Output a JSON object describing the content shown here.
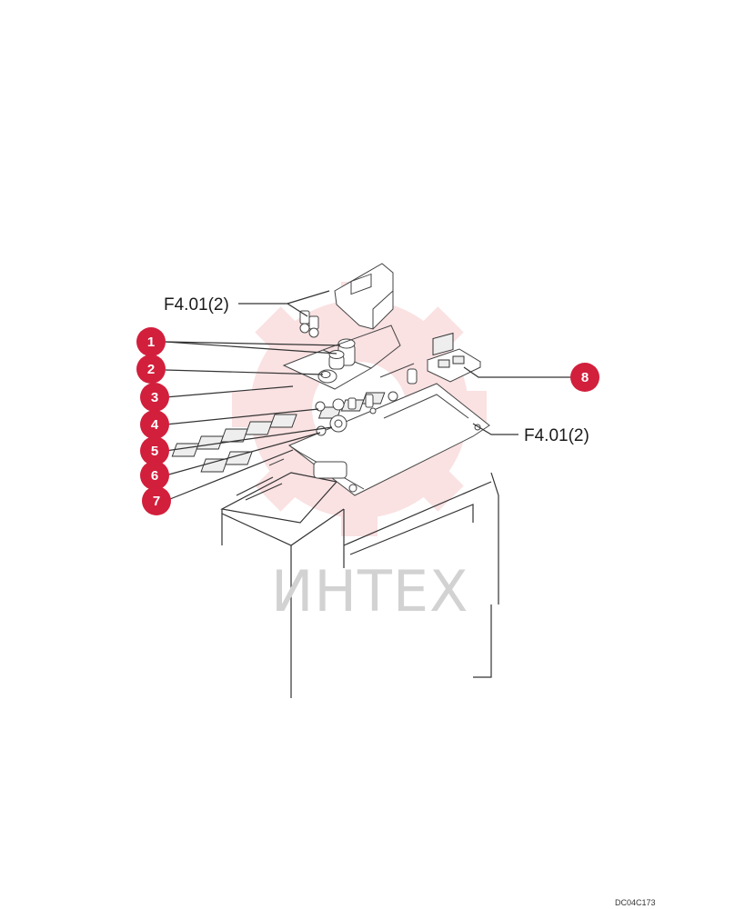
{
  "watermark": {
    "text": "ИНТЕХ",
    "gear_color": "#f7c9cc",
    "text_color": "#d2d2d2"
  },
  "badge_color": "#d21f3c",
  "callouts": [
    {
      "id": "1",
      "label": "1"
    },
    {
      "id": "2",
      "label": "2"
    },
    {
      "id": "3",
      "label": "3"
    },
    {
      "id": "4",
      "label": "4"
    },
    {
      "id": "5",
      "label": "5"
    },
    {
      "id": "6",
      "label": "6"
    },
    {
      "id": "7",
      "label": "7"
    },
    {
      "id": "8",
      "label": "8"
    }
  ],
  "references": {
    "top": "F4.01(2)",
    "right": "F4.01(2)"
  },
  "drawing_code": "DC04C173"
}
